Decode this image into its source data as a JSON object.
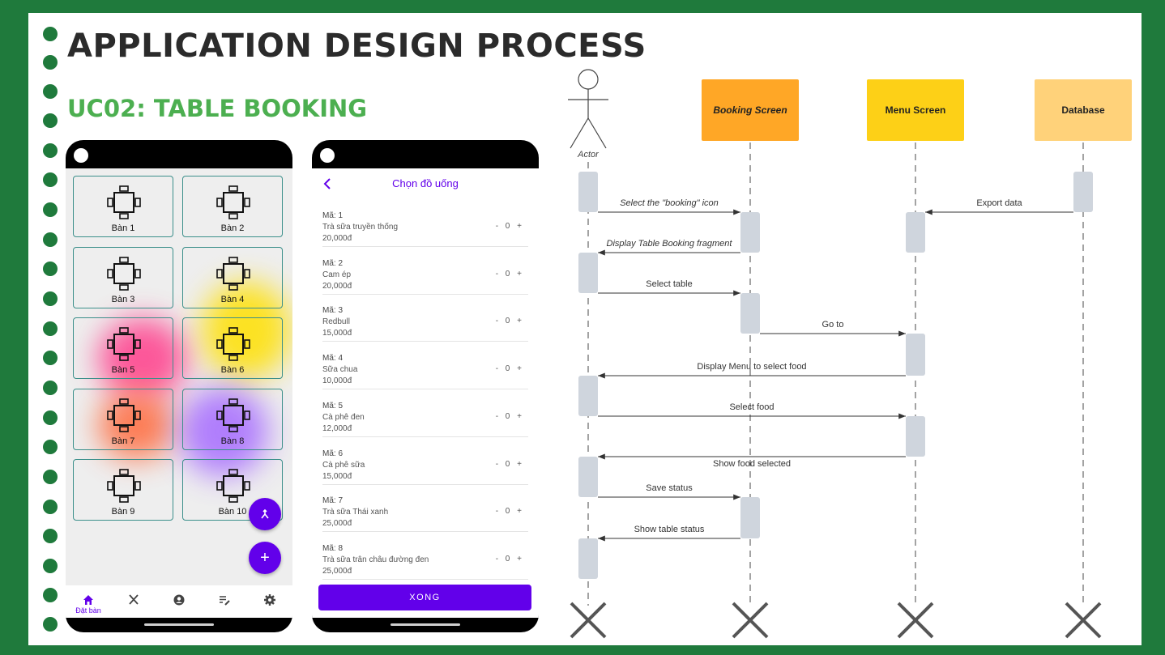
{
  "slide": {
    "title": "APPLICATION DESIGN PROCESS",
    "subtitle": "UC02: TABLE BOOKING",
    "accent_color": "#4caf50",
    "frame_color": "#1f7a3c"
  },
  "phone1": {
    "tables": [
      {
        "label": "Bàn 1"
      },
      {
        "label": "Bàn 2"
      },
      {
        "label": "Bàn 3"
      },
      {
        "label": "Bàn 4"
      },
      {
        "label": "Bàn 5"
      },
      {
        "label": "Bàn 6"
      },
      {
        "label": "Bàn 7"
      },
      {
        "label": "Bàn 8"
      },
      {
        "label": "Bàn 9"
      },
      {
        "label": "Bàn 10"
      }
    ],
    "fab_merge_icon": "merge-icon",
    "fab_add_symbol": "+",
    "nav": [
      {
        "icon": "home-icon",
        "label": "Đặt bàn",
        "active": true
      },
      {
        "icon": "cutlery-icon"
      },
      {
        "icon": "account-icon"
      },
      {
        "icon": "edit-list-icon"
      },
      {
        "icon": "gear-icon"
      }
    ],
    "primary_color": "#6200ea"
  },
  "phone2": {
    "title": "Chọn đồ uống",
    "drinks": [
      {
        "code": "Mã: 1",
        "name": "Trà sữa truyền thống",
        "price": "20,000đ",
        "qty": "- 0 +"
      },
      {
        "code": "Mã: 2",
        "name": "Cam ép",
        "price": "20,000đ",
        "qty": "- 0 +"
      },
      {
        "code": "Mã: 3",
        "name": "Redbull",
        "price": "15,000đ",
        "qty": "- 0 +"
      },
      {
        "code": "Mã: 4",
        "name": "Sữa chua",
        "price": "10,000đ",
        "qty": "- 0 +"
      },
      {
        "code": "Mã: 5",
        "name": "Cà phê đen",
        "price": "12,000đ",
        "qty": "- 0 +"
      },
      {
        "code": "Mã: 6",
        "name": "Cà phê sữa",
        "price": "15,000đ",
        "qty": "- 0 +"
      },
      {
        "code": "Mã: 7",
        "name": "Trà sữa Thái xanh",
        "price": "25,000đ",
        "qty": "- 0 +"
      },
      {
        "code": "Mã: 8",
        "name": "Trà sữa trân châu đường đen",
        "price": "25,000đ",
        "qty": "- 0 +"
      }
    ],
    "done_label": "XONG"
  },
  "sequence": {
    "participants": [
      {
        "name": "Actor",
        "kind": "actor"
      },
      {
        "name": "Booking Screen",
        "kind": "box",
        "color": "#ffa726"
      },
      {
        "name": "Menu Screen",
        "kind": "box",
        "color": "#fdd017"
      },
      {
        "name": "Database",
        "kind": "box",
        "color": "#ffd27a"
      }
    ],
    "messages": [
      {
        "from": 0,
        "to": 1,
        "label": "Select the \"booking\" icon",
        "italic": true
      },
      {
        "from": 3,
        "to": 2,
        "label": "Export data",
        "italic": false
      },
      {
        "from": 1,
        "to": 0,
        "label": "Display Table Booking fragment",
        "italic": true
      },
      {
        "from": 0,
        "to": 1,
        "label": "Select table",
        "italic": false
      },
      {
        "from": 1,
        "to": 2,
        "label": "Go to",
        "italic": false
      },
      {
        "from": 2,
        "to": 0,
        "label": "Display Menu to select food",
        "italic": false
      },
      {
        "from": 0,
        "to": 2,
        "label": "Select food",
        "italic": false
      },
      {
        "from": 2,
        "to": 0,
        "label": "Show food selected",
        "italic": false
      },
      {
        "from": 0,
        "to": 1,
        "label": "Save status",
        "italic": false
      },
      {
        "from": 1,
        "to": 0,
        "label": "Show table status",
        "italic": false
      }
    ]
  }
}
